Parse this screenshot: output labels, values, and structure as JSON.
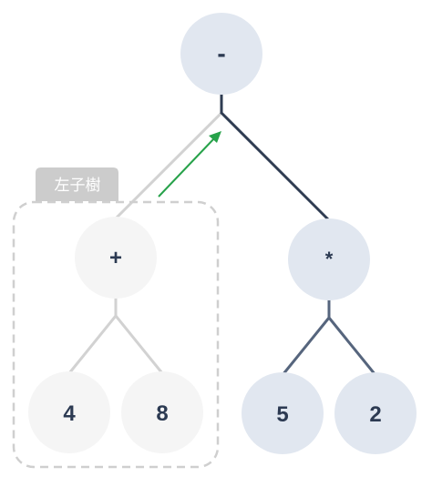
{
  "subtree_label": "左子樹",
  "colors": {
    "dark_edge": "#2f3c52",
    "mid_edge": "#56657d",
    "light_edge": "#d2d2d2",
    "arrow": "#27a24a",
    "node_dark_fill": "#e1e7f0",
    "node_light_fill": "#f5f5f5",
    "node_text": "#2c3a52",
    "tag_fill": "#cccccc",
    "tag_text": "#ffffff",
    "box_stroke": "#cfcfcf"
  },
  "nodes": {
    "root": "-",
    "left": "+",
    "right": "*",
    "left_left": "4",
    "left_right": "8",
    "right_left": "5",
    "right_right": "2"
  }
}
